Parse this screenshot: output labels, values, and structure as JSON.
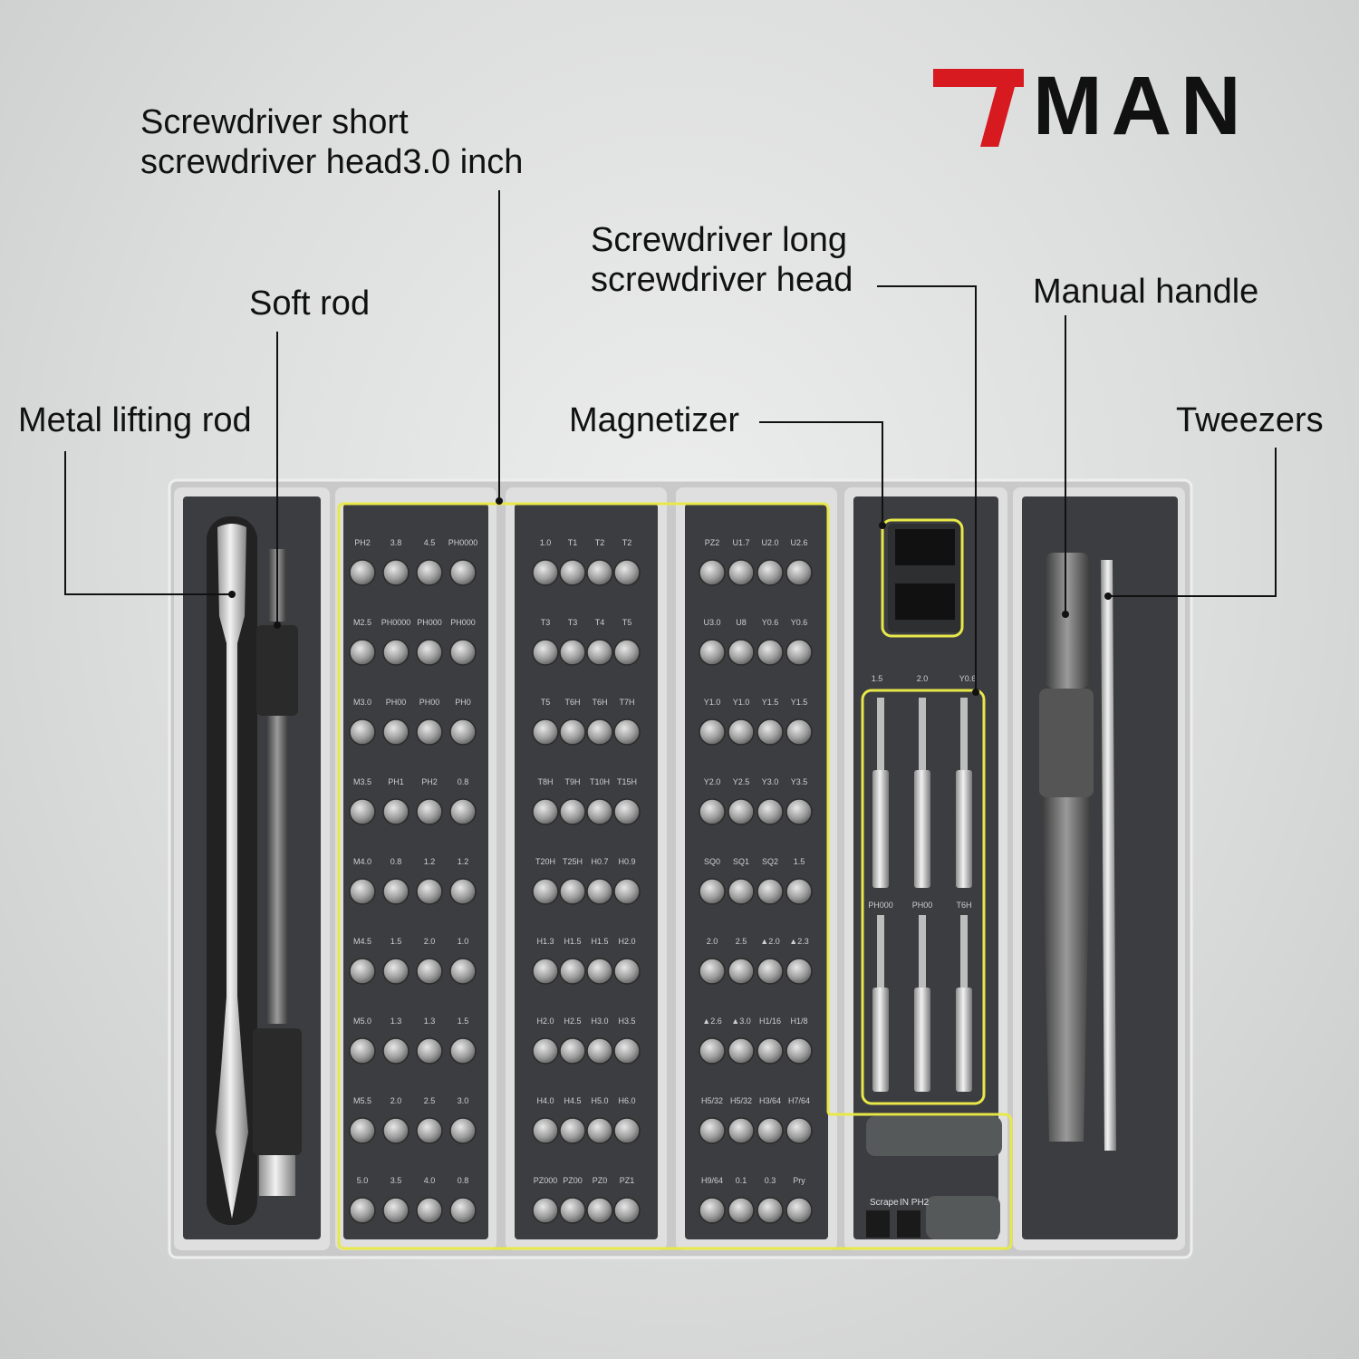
{
  "brand": {
    "logo_text": "MAN",
    "logo_mark": "red-v-chevron-mark",
    "accent_color": "#d71920",
    "text_color": "#111111"
  },
  "callouts": {
    "short_head_line1": "Screwdriver short",
    "short_head_line2": "screwdriver head3.0 inch",
    "soft_rod": "Soft rod",
    "metal_lifting_rod": "Metal lifting rod",
    "long_head_line1": "Screwdriver long",
    "long_head_line2": "screwdriver head",
    "magnetizer": "Magnetizer",
    "manual_handle": "Manual handle",
    "tweezers": "Tweezers"
  },
  "highlight_color": "#e8e84a",
  "tray": {
    "column1_rows": [
      [
        "PH2",
        "3.8",
        "4.5",
        "PH0000"
      ],
      [
        "M2.5",
        "PH0000",
        "PH000",
        "PH000"
      ],
      [
        "M3.0",
        "PH00",
        "PH00",
        "PH0"
      ],
      [
        "M3.5",
        "PH1",
        "PH2",
        "0.8"
      ],
      [
        "M4.0",
        "0.8",
        "1.2",
        "1.2"
      ],
      [
        "M4.5",
        "1.5",
        "2.0",
        "1.0"
      ],
      [
        "M5.0",
        "1.3",
        "1.3",
        "1.5"
      ],
      [
        "M5.5",
        "2.0",
        "2.5",
        "3.0"
      ],
      [
        "5.0",
        "3.5",
        "4.0",
        "0.8"
      ]
    ],
    "column2_rows": [
      [
        "1.0",
        "T1",
        "T2",
        "T2"
      ],
      [
        "T3",
        "T3",
        "T4",
        "T5"
      ],
      [
        "T5",
        "T6H",
        "T6H",
        "T7H"
      ],
      [
        "T8H",
        "T9H",
        "T10H",
        "T15H"
      ],
      [
        "T20H",
        "T25H",
        "H0.7",
        "H0.9"
      ],
      [
        "H1.3",
        "H1.5",
        "H1.5",
        "H2.0"
      ],
      [
        "H2.0",
        "H2.5",
        "H3.0",
        "H3.5"
      ],
      [
        "H4.0",
        "H4.5",
        "H5.0",
        "H6.0"
      ],
      [
        "PZ000",
        "PZ00",
        "PZ0",
        "PZ1"
      ]
    ],
    "column3_rows": [
      [
        "PZ2",
        "U1.7",
        "U2.0",
        "U2.6"
      ],
      [
        "U3.0",
        "U8",
        "Y0.6",
        "Y0.6"
      ],
      [
        "Y1.0",
        "Y1.0",
        "Y1.5",
        "Y1.5"
      ],
      [
        "Y2.0",
        "Y2.5",
        "Y3.0",
        "Y3.5"
      ],
      [
        "SQ0",
        "SQ1",
        "SQ2",
        "1.5"
      ],
      [
        "2.0",
        "2.5",
        "▲2.0",
        "▲2.3"
      ],
      [
        "▲2.6",
        "▲3.0",
        "H1/16",
        "H1/8"
      ],
      [
        "H5/32",
        "H5/32",
        "H3/64",
        "H7/64"
      ],
      [
        "H9/64",
        "0.1",
        "0.3",
        "Pry"
      ]
    ],
    "long_bits_top": [
      "1.5",
      "2.0",
      "Y0.6"
    ],
    "long_bits_mid": [
      "PH000",
      "PH00",
      "T6H"
    ],
    "bottom_tools": [
      "Scrape",
      "IN PH2"
    ]
  }
}
